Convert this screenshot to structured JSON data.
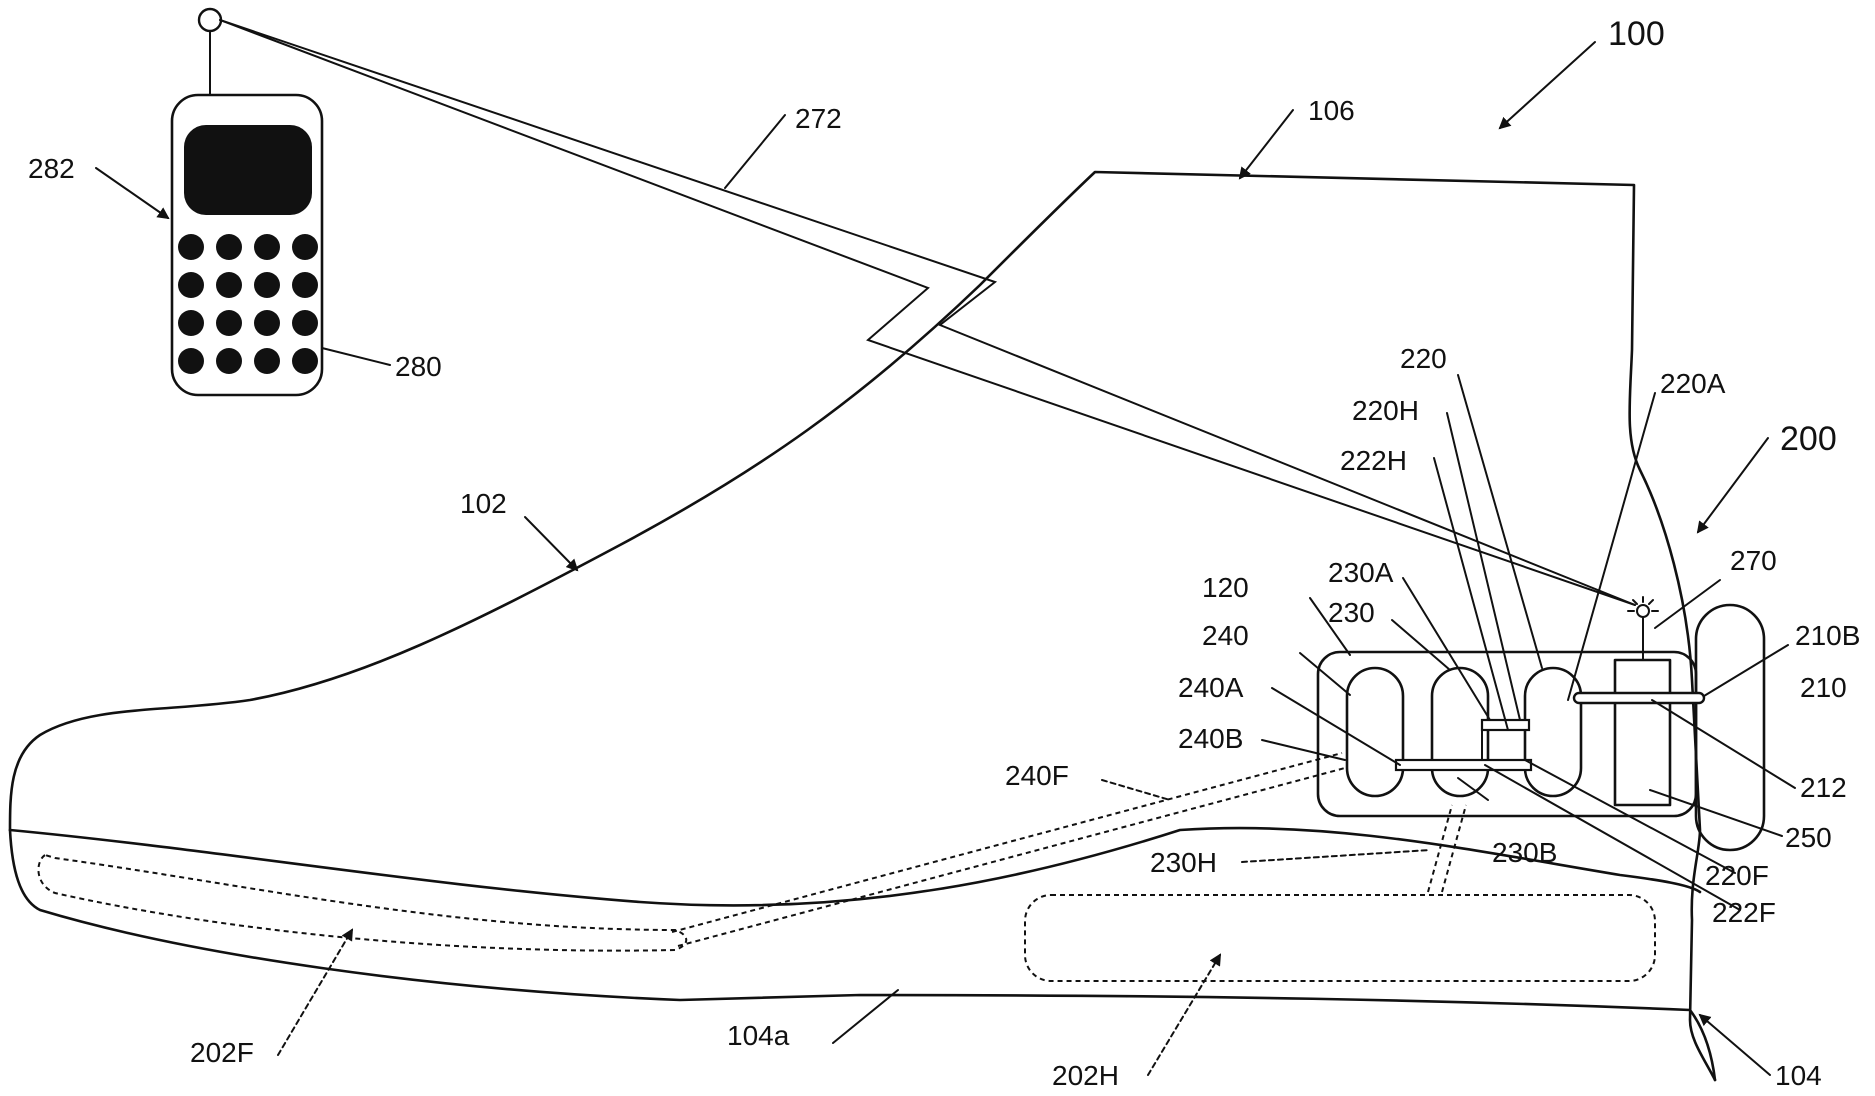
{
  "figure": {
    "reference_numerals": {
      "shoe_assembly": "100",
      "upper_front": "102",
      "sole": "104",
      "sole_body": "104a",
      "collar": "106",
      "housing": "120",
      "system": "200",
      "forefoot_bladder": "202F",
      "heel_bladder": "202H",
      "reservoir": "210",
      "reservoir_port": "210B",
      "pump": "212",
      "valve_a": "220",
      "valve_a_port": "220A",
      "valve_a_heel": "220H",
      "valve_a_fore": "220F",
      "valve_b_heel": "222H",
      "valve_b_fore": "222F",
      "heel_valve": "230",
      "heel_valve_a": "230A",
      "heel_valve_b": "230B",
      "heel_tube": "230H",
      "fore_valve": "240",
      "fore_valve_a": "240A",
      "fore_valve_b": "240B",
      "fore_tube": "240F",
      "controller": "250",
      "antenna": "270",
      "wireless_link": "272",
      "phone": "280",
      "phone_screen": "282"
    }
  }
}
